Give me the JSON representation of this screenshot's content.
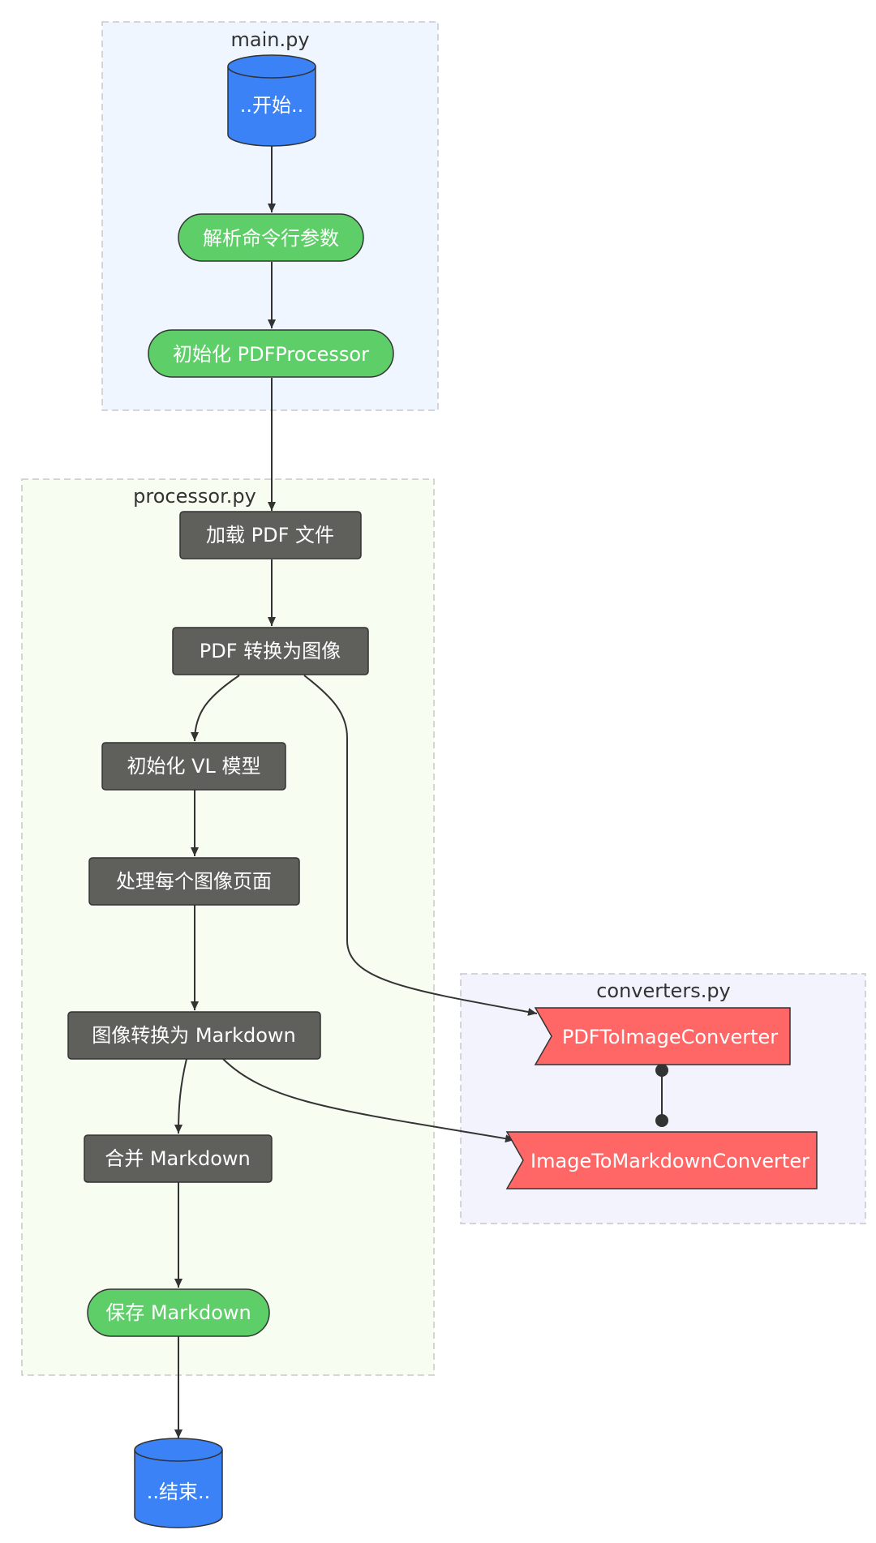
{
  "clusters": {
    "main": {
      "title": "main.py"
    },
    "processor": {
      "title": "processor.py"
    },
    "converters": {
      "title": "converters.py"
    }
  },
  "nodes": {
    "start": {
      "label": "..开始.."
    },
    "parse_args": {
      "label": "解析命令行参数"
    },
    "init_processor": {
      "label": "初始化 PDFProcessor"
    },
    "load_pdf": {
      "label": "加载 PDF 文件"
    },
    "pdf_to_image": {
      "label": "PDF 转换为图像"
    },
    "init_vl": {
      "label": "初始化 VL 模型"
    },
    "process_pages": {
      "label": "处理每个图像页面"
    },
    "image_to_md": {
      "label": "图像转换为 Markdown"
    },
    "merge_md": {
      "label": "合并 Markdown"
    },
    "save_md": {
      "label": "保存 Markdown"
    },
    "pdf_converter": {
      "label": "PDFToImageConverter"
    },
    "image_converter": {
      "label": "ImageToMarkdownConverter"
    },
    "end": {
      "label": "..结束.."
    }
  },
  "colors": {
    "start_end_fill": "#3b82f6",
    "terminal_fill": "#5ecf68",
    "process_fill": "#5f605b",
    "converter_fill": "#ff6666",
    "main_cluster_bg": "#eff6ff",
    "processor_cluster_bg": "#f7fdf0",
    "converters_cluster_bg": "#f3f3fe",
    "edge": "#333333"
  }
}
